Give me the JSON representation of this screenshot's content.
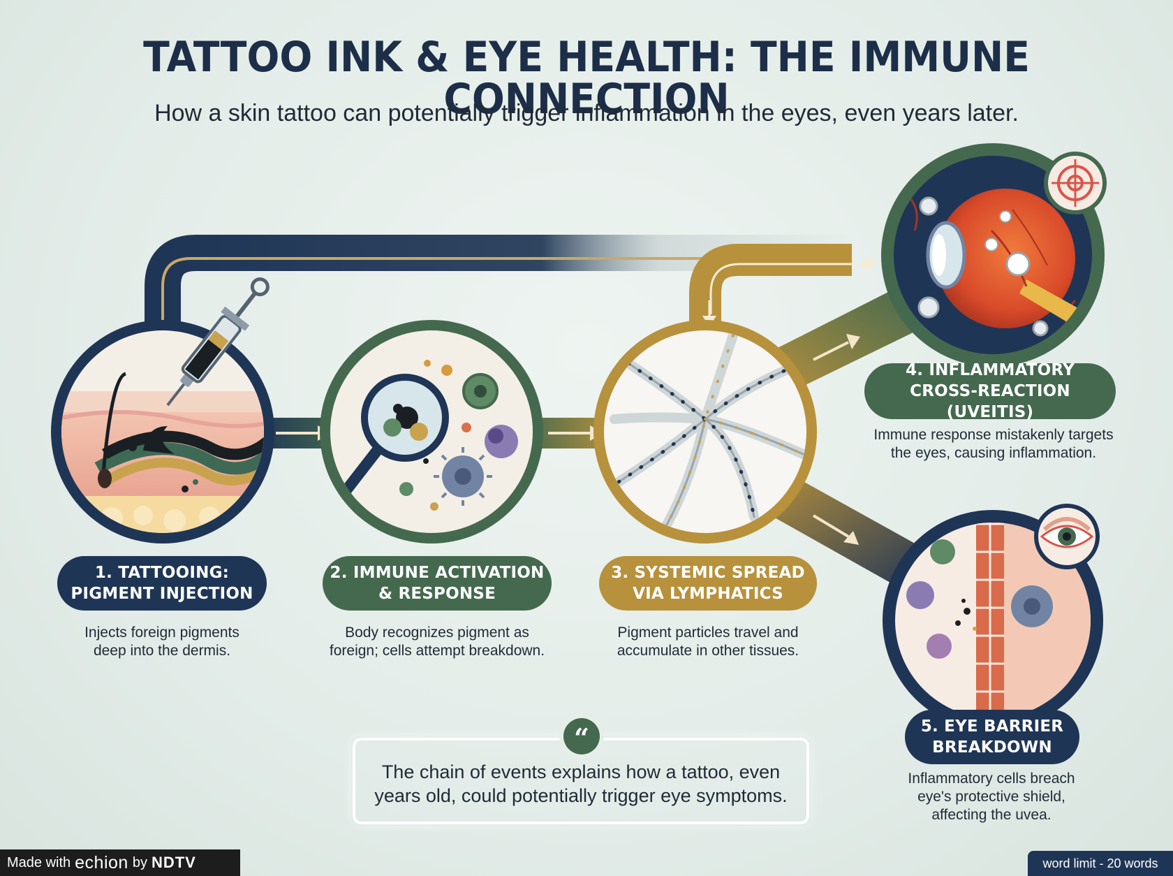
{
  "header": {
    "title": "TATTOO INK & EYE HEALTH: THE IMMUNE CONNECTION",
    "subtitle": "How a skin tattoo can potentially trigger inflammation in the eyes, even years later."
  },
  "steps": [
    {
      "label_line1": "1. TATTOOING:",
      "label_line2": "PIGMENT INJECTION",
      "desc_line1": "Injects foreign pigments",
      "desc_line2": "deep into the dermis.",
      "desc_line3": "",
      "icon": "syringe-skin-icon",
      "color": "#1f3556"
    },
    {
      "label_line1": "2. IMMUNE ACTIVATION",
      "label_line2": "& RESPONSE",
      "desc_line1": "Body recognizes pigment as",
      "desc_line2": "foreign; cells attempt breakdown.",
      "desc_line3": "",
      "icon": "magnifier-cells-icon",
      "color": "#44694f"
    },
    {
      "label_line1": "3. SYSTEMIC SPREAD",
      "label_line2": "VIA LYMPHATICS",
      "desc_line1": "Pigment particles travel and",
      "desc_line2": "accumulate in other tissues.",
      "desc_line3": "",
      "icon": "lymphatic-network-icon",
      "color": "#b7913c"
    },
    {
      "label_line1": "4. INFLAMMATORY",
      "label_line2": "CROSS-REACTION (UVEITIS)",
      "desc_line1": "Immune response mistakenly targets",
      "desc_line2": "the eyes, causing inflammation.",
      "desc_line3": "",
      "icon": "inflamed-eye-icon",
      "color": "#44694f"
    },
    {
      "label_line1": "5. EYE BARRIER",
      "label_line2": "BREAKDOWN",
      "desc_line1": "Inflammatory cells breach",
      "desc_line2": "eye's protective shield,",
      "desc_line3": "affecting the uvea.",
      "icon": "barrier-breach-icon",
      "color": "#1f3556"
    }
  ],
  "quote": {
    "mark": "“",
    "line1": "The chain of events explains how a tattoo, even",
    "line2": "years old, could potentially trigger eye symptoms."
  },
  "footer": {
    "made_with": "Made with",
    "brand": "echion",
    "by": "by",
    "network": "NDTV",
    "word_limit": "word limit - 20 words"
  }
}
